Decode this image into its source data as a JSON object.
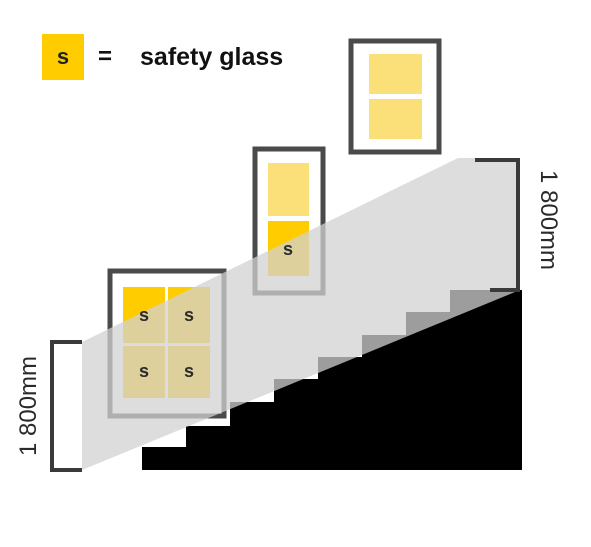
{
  "legend": {
    "symbol": "s",
    "equals": "=",
    "label": "safety glass"
  },
  "dimensions": {
    "left": "1 800mm",
    "right": "1 800mm"
  },
  "windows": {
    "lower": {
      "panes": [
        "s",
        "s",
        "s",
        "s"
      ]
    },
    "middle": {
      "panes": [
        "",
        "s"
      ]
    },
    "upper": {
      "panes": [
        "",
        ""
      ]
    }
  },
  "colors": {
    "safety_glass": "#ffcc00",
    "plain_glass": "#fbe07a",
    "zone_band": "#d9d9d9",
    "stairs": "#000000",
    "frame": "#4a4a4a",
    "dimension_line": "#3a3a3a"
  }
}
